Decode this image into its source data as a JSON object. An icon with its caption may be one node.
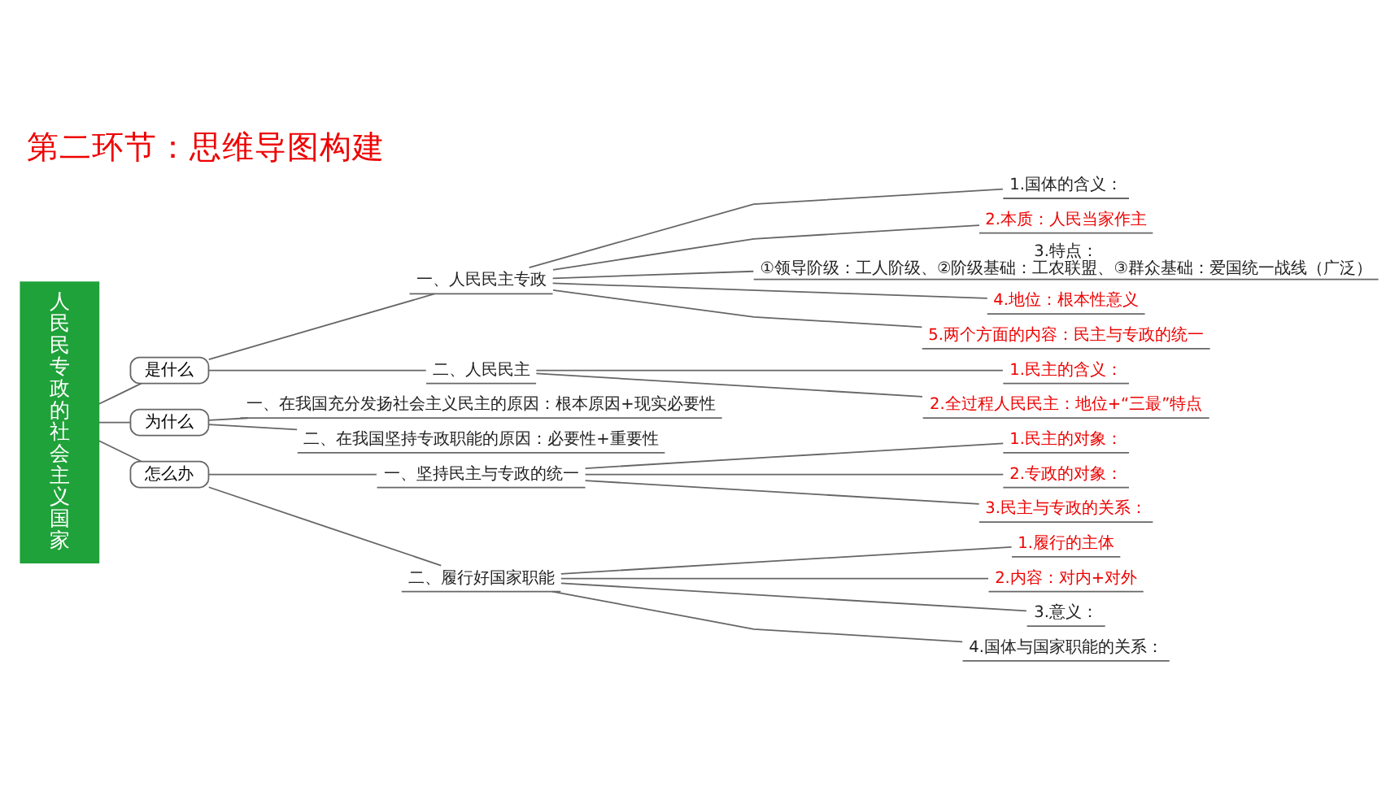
{
  "diagram": {
    "title": "第二环节：思维导图构建",
    "nodes": [
      {
        "text": [
          "人民民专政的社会主义国家"
        ]
      },
      {
        "text": [
          "是什么"
        ]
      },
      {
        "text": [
          "一、人民民主专政"
        ]
      },
      {
        "text": [
          "1.国体的含义："
        ]
      },
      {
        "text": [
          "2.本质：人民当家作主"
        ]
      },
      {
        "text": [
          "3.特点：",
          "①领导阶级：工人阶级、②阶级基础：工农联盟、③群众基础：爱国统一战线（广泛）"
        ]
      },
      {
        "text": [
          "4.地位：根本性意义"
        ]
      },
      {
        "text": [
          "5.两个方面的内容：民主与专政的统一"
        ]
      },
      {
        "text": [
          "二、人民民主"
        ]
      },
      {
        "text": [
          "1.民主的含义："
        ]
      },
      {
        "text": [
          "2.全过程人民民主：地位+“三最”特点"
        ]
      },
      {
        "text": [
          "为什么"
        ]
      },
      {
        "text": [
          "一、在我国充分发扬社会主义民主的原因：根本原因+现实必要性"
        ]
      },
      {
        "text": [
          "二、在我国坚持专政职能的原因：必要性+重要性"
        ]
      },
      {
        "text": [
          "怎么办"
        ]
      },
      {
        "text": [
          "一、坚持民主与专政的统一"
        ]
      },
      {
        "text": [
          "1.民主的对象："
        ]
      },
      {
        "text": [
          "2.专政的对象："
        ]
      },
      {
        "text": [
          "3.民主与专政的关系："
        ]
      },
      {
        "text": [
          "二、履行好国家职能"
        ]
      },
      {
        "text": [
          "1.履行的主体"
        ]
      },
      {
        "text": [
          "2.内容：对内+对外"
        ]
      },
      {
        "text": [
          "3.意义："
        ]
      },
      {
        "text": [
          "4.国体与国家职能的关系："
        ]
      }
    ],
    "edges": [
      {
        "from": 0,
        "to": 1,
        "arrow": "none"
      },
      {
        "from": 0,
        "to": 11,
        "arrow": "none"
      },
      {
        "from": 0,
        "to": 14,
        "arrow": "none"
      },
      {
        "from": 1,
        "to": 2,
        "arrow": "none"
      },
      {
        "from": 1,
        "to": 8,
        "arrow": "none"
      },
      {
        "from": 2,
        "to": 3,
        "arrow": "none"
      },
      {
        "from": 2,
        "to": 4,
        "arrow": "none"
      },
      {
        "from": 2,
        "to": 5,
        "arrow": "none"
      },
      {
        "from": 2,
        "to": 6,
        "arrow": "none"
      },
      {
        "from": 2,
        "to": 7,
        "arrow": "none"
      },
      {
        "from": 8,
        "to": 9,
        "arrow": "none"
      },
      {
        "from": 8,
        "to": 10,
        "arrow": "none"
      },
      {
        "from": 11,
        "to": 12,
        "arrow": "none"
      },
      {
        "from": 11,
        "to": 13,
        "arrow": "none"
      },
      {
        "from": 14,
        "to": 15,
        "arrow": "none"
      },
      {
        "from": 14,
        "to": 19,
        "arrow": "none"
      },
      {
        "from": 15,
        "to": 16,
        "arrow": "none"
      },
      {
        "from": 15,
        "to": 17,
        "arrow": "none"
      },
      {
        "from": 15,
        "to": 18,
        "arrow": "none"
      },
      {
        "from": 19,
        "to": 20,
        "arrow": "none"
      },
      {
        "from": 19,
        "to": 21,
        "arrow": "none"
      },
      {
        "from": 19,
        "to": 22,
        "arrow": "none"
      },
      {
        "from": 19,
        "to": 23,
        "arrow": "none"
      }
    ]
  }
}
